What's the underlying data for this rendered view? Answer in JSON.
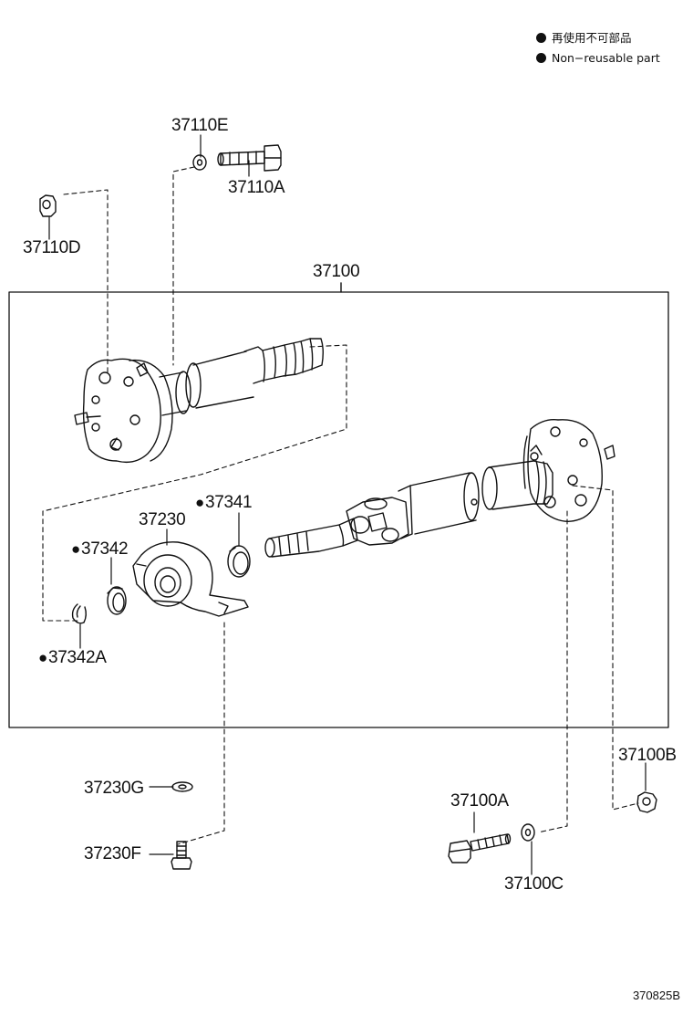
{
  "legend": {
    "jp": "再使用不可部品",
    "en": "Non−reusable part"
  },
  "labels": {
    "p37110E": "37110E",
    "p37110A": "37110A",
    "p37110D": "37110D",
    "p37100": "37100",
    "p37341": "37341",
    "p37230": "37230",
    "p37342": "37342",
    "p37342A": "37342A",
    "p37100B": "37100B",
    "p37230G": "37230G",
    "p37100A": "37100A",
    "p37230F": "37230F",
    "p37100C": "37100C"
  },
  "non_reusable_marker": "filled-circle",
  "non_reusable_parts": [
    "37341",
    "37342",
    "37342A"
  ],
  "diagram_id": "370825B"
}
